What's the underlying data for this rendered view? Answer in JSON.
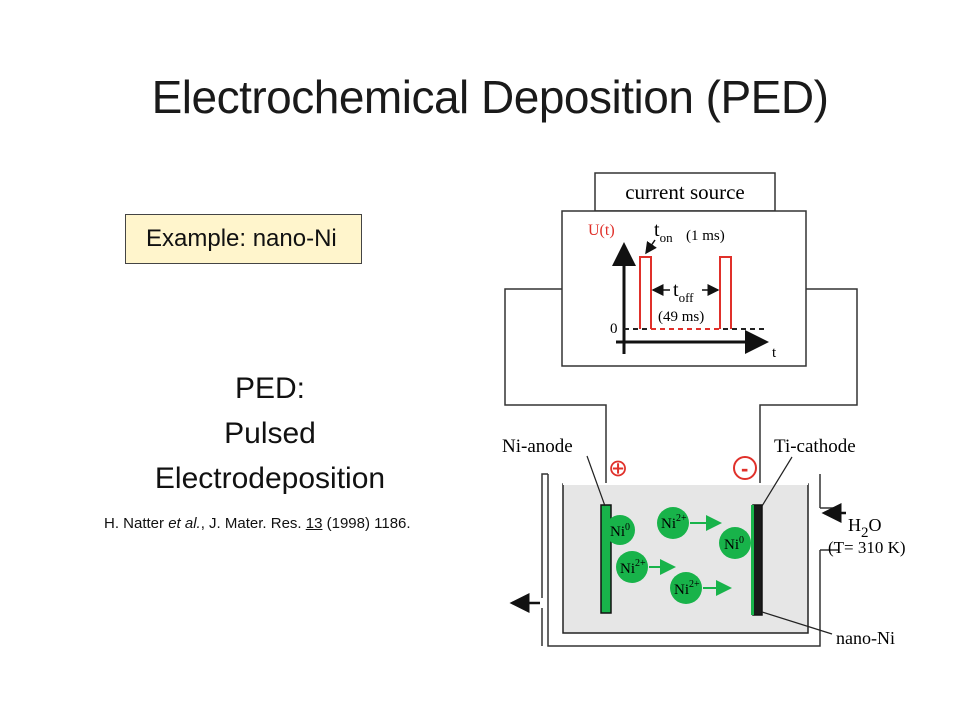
{
  "slide": {
    "title": "Electrochemical Deposition (PED)",
    "example_label": "Example: nano-Ni",
    "ped_lines": [
      "PED:",
      "Pulsed",
      "Electrodeposition"
    ],
    "reference": {
      "authors": "H. Natter ",
      "etal": "et al.",
      "journal": ", J. Mater. Res. ",
      "volume": "13",
      "rest": " (1998) 1186."
    }
  },
  "diagram": {
    "current_source": "current source",
    "u_label": "U(t)",
    "t_on_main": "t",
    "t_on_sub": "on",
    "t_on_value": "(1 ms)",
    "t_off_main": "t",
    "t_off_sub": "off",
    "t_off_value": "(49 ms)",
    "zero_label": "0",
    "t_axis": "t",
    "anode_label": "Ni-anode",
    "cathode_label": "Ti-cathode",
    "plus_symbol": "⊕",
    "minus_symbol": "-",
    "water_main": "H",
    "water_sub": "2",
    "water_end": "O",
    "temperature": "(T= 310 K)",
    "nano_ni": "nano-Ni",
    "ni0_anode": {
      "base": "Ni",
      "charge": "0"
    },
    "ni0_cathode": {
      "base": "Ni",
      "charge": "0"
    },
    "ions": [
      {
        "base": "Ni",
        "charge": "2+"
      },
      {
        "base": "Ni",
        "charge": "2+"
      },
      {
        "base": "Ni",
        "charge": "2+"
      }
    ],
    "colors": {
      "pulse": "#e0302a",
      "ion_fill": "#18b34a",
      "electrolyte": "#e6e6e6",
      "outline": "#222222"
    }
  }
}
